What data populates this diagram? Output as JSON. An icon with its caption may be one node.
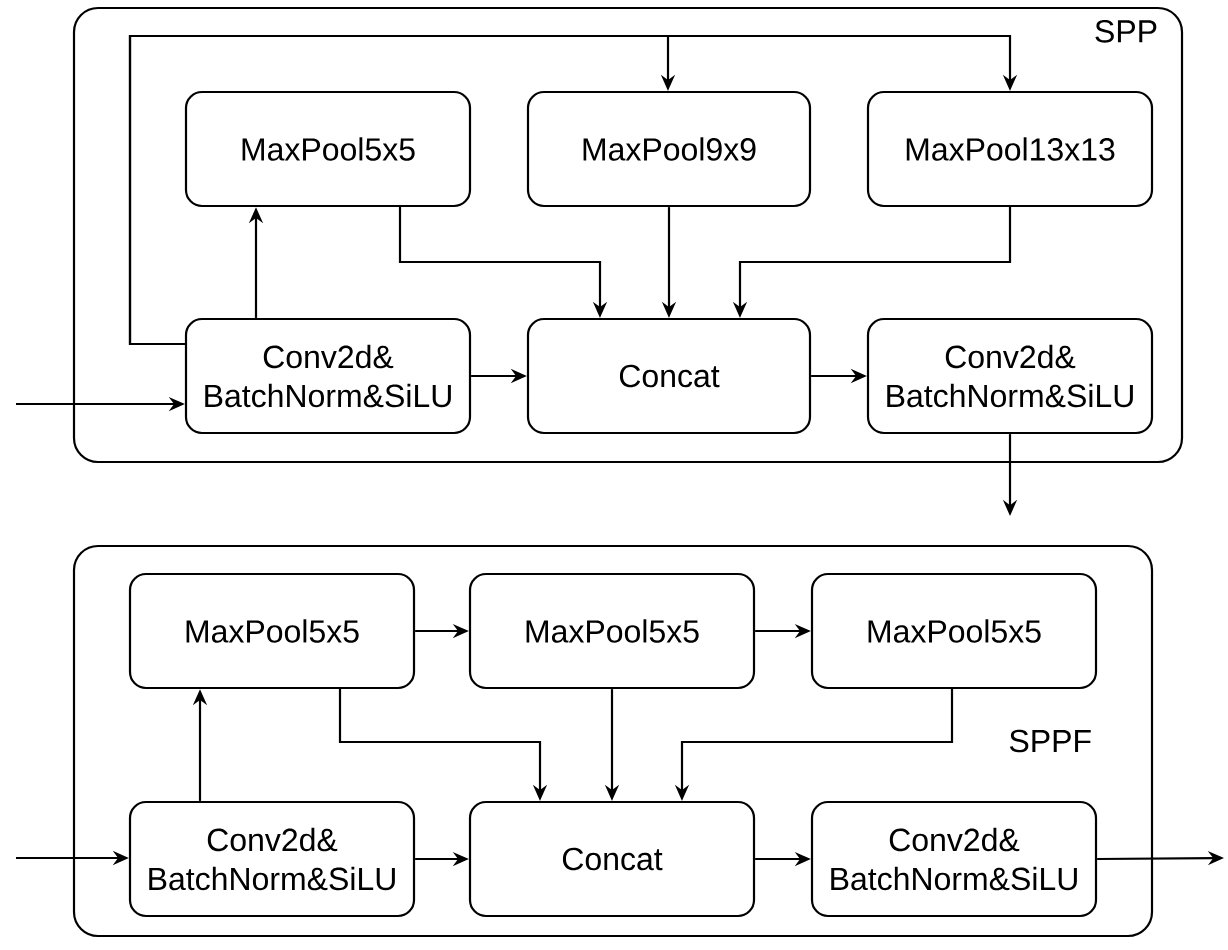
{
  "diagram": {
    "nodes": [
      {
        "text": [
          "SPP"
        ]
      },
      {
        "text": [
          "MaxPool5x5"
        ],
        "in": 0
      },
      {
        "text": [
          "MaxPool9x9"
        ],
        "in": 0
      },
      {
        "text": [
          "MaxPool13x13"
        ],
        "in": 0
      },
      {
        "text": [
          "Conv2d& BatchNorm&SiLU"
        ],
        "in": 0
      },
      {
        "text": [
          "Concat"
        ],
        "in": 0
      },
      {
        "text": [
          "Conv2d& BatchNorm&SiLU"
        ],
        "in": 0
      },
      {
        "text": [
          "SPPF"
        ]
      },
      {
        "text": [
          "MaxPool5x5"
        ],
        "in": 7
      },
      {
        "text": [
          "MaxPool5x5"
        ],
        "in": 7
      },
      {
        "text": [
          "MaxPool5x5"
        ],
        "in": 7
      },
      {
        "text": [
          "Conv2d& BatchNorm&SiLU"
        ],
        "in": 7
      },
      {
        "text": [
          "Concat"
        ],
        "in": 7
      },
      {
        "text": [
          "Conv2d& BatchNorm&SiLU"
        ],
        "in": 7
      }
    ],
    "edges": [
      {
        "from": 4,
        "to": 1,
        "arrow": "to"
      },
      {
        "from": 4,
        "to": 2,
        "arrow": "to"
      },
      {
        "from": 4,
        "to": 3,
        "arrow": "to"
      },
      {
        "from": 4,
        "to": 5,
        "arrow": "to"
      },
      {
        "from": 1,
        "to": 5,
        "arrow": "to"
      },
      {
        "from": 2,
        "to": 5,
        "arrow": "to"
      },
      {
        "from": 3,
        "to": 5,
        "arrow": "to"
      },
      {
        "from": 5,
        "to": 6,
        "arrow": "to"
      },
      {
        "from": null,
        "to": 4,
        "arrow": "to"
      },
      {
        "from": 6,
        "to": null,
        "arrow": "to"
      },
      {
        "from": 11,
        "to": 8,
        "arrow": "to"
      },
      {
        "from": 8,
        "to": 9,
        "arrow": "to"
      },
      {
        "from": 9,
        "to": 10,
        "arrow": "to"
      },
      {
        "from": 8,
        "to": 12,
        "arrow": "to"
      },
      {
        "from": 9,
        "to": 12,
        "arrow": "to"
      },
      {
        "from": 10,
        "to": 12,
        "arrow": "to"
      },
      {
        "from": 11,
        "to": 12,
        "arrow": "to"
      },
      {
        "from": 12,
        "to": 13,
        "arrow": "to"
      },
      {
        "from": null,
        "to": 11,
        "arrow": "to"
      },
      {
        "from": 13,
        "to": null,
        "arrow": "to"
      }
    ]
  }
}
